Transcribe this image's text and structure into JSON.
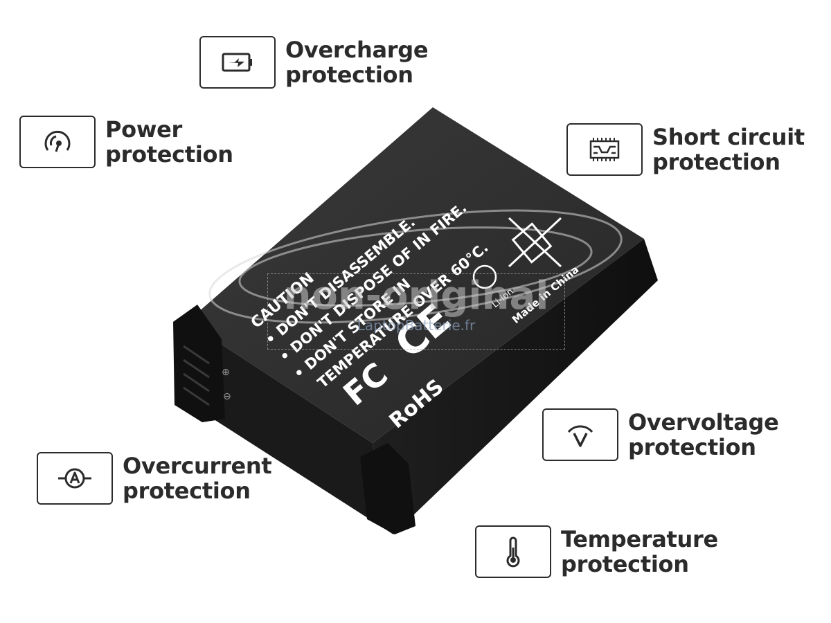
{
  "features": {
    "overcharge": {
      "line1": "Overcharge",
      "line2": "protection",
      "icon": "battery-charge-icon"
    },
    "power": {
      "line1": "Power",
      "line2": "protection",
      "icon": "gauge-icon"
    },
    "short": {
      "line1": "Short circuit",
      "line2": "protection",
      "icon": "circuit-board-icon"
    },
    "overvoltage": {
      "line1": "Overvoltage",
      "line2": "protection",
      "icon": "voltage-icon"
    },
    "overcurrent": {
      "line1": "Overcurrent",
      "line2": "protection",
      "icon": "ammeter-icon"
    },
    "temperature": {
      "line1": "Temperature",
      "line2": "protection",
      "icon": "thermometer-icon"
    }
  },
  "battery": {
    "caution_title": "CAUTION",
    "warnings": [
      "• DON'T DISASSEMBLE.",
      "• DON'T DISPOSE OF IN FIRE.",
      "• DON'T STORE IN",
      "TEMPERATURE OVER 60°C."
    ],
    "ce_mark": "CE",
    "fcc_mark": "FC",
    "rohs_mark": "RoHS",
    "recycle_label": "Li-ion",
    "made_in": "Made in China",
    "terminal_plus": "⊕",
    "terminal_minus": "⊖"
  },
  "watermark": {
    "main": "non-original",
    "sub": "LaptopBatterie.fr"
  },
  "colors": {
    "text": "#2b2b2b",
    "battery_face": "#2c2c2c",
    "battery_side": "#161616",
    "print": "#ffffff"
  }
}
